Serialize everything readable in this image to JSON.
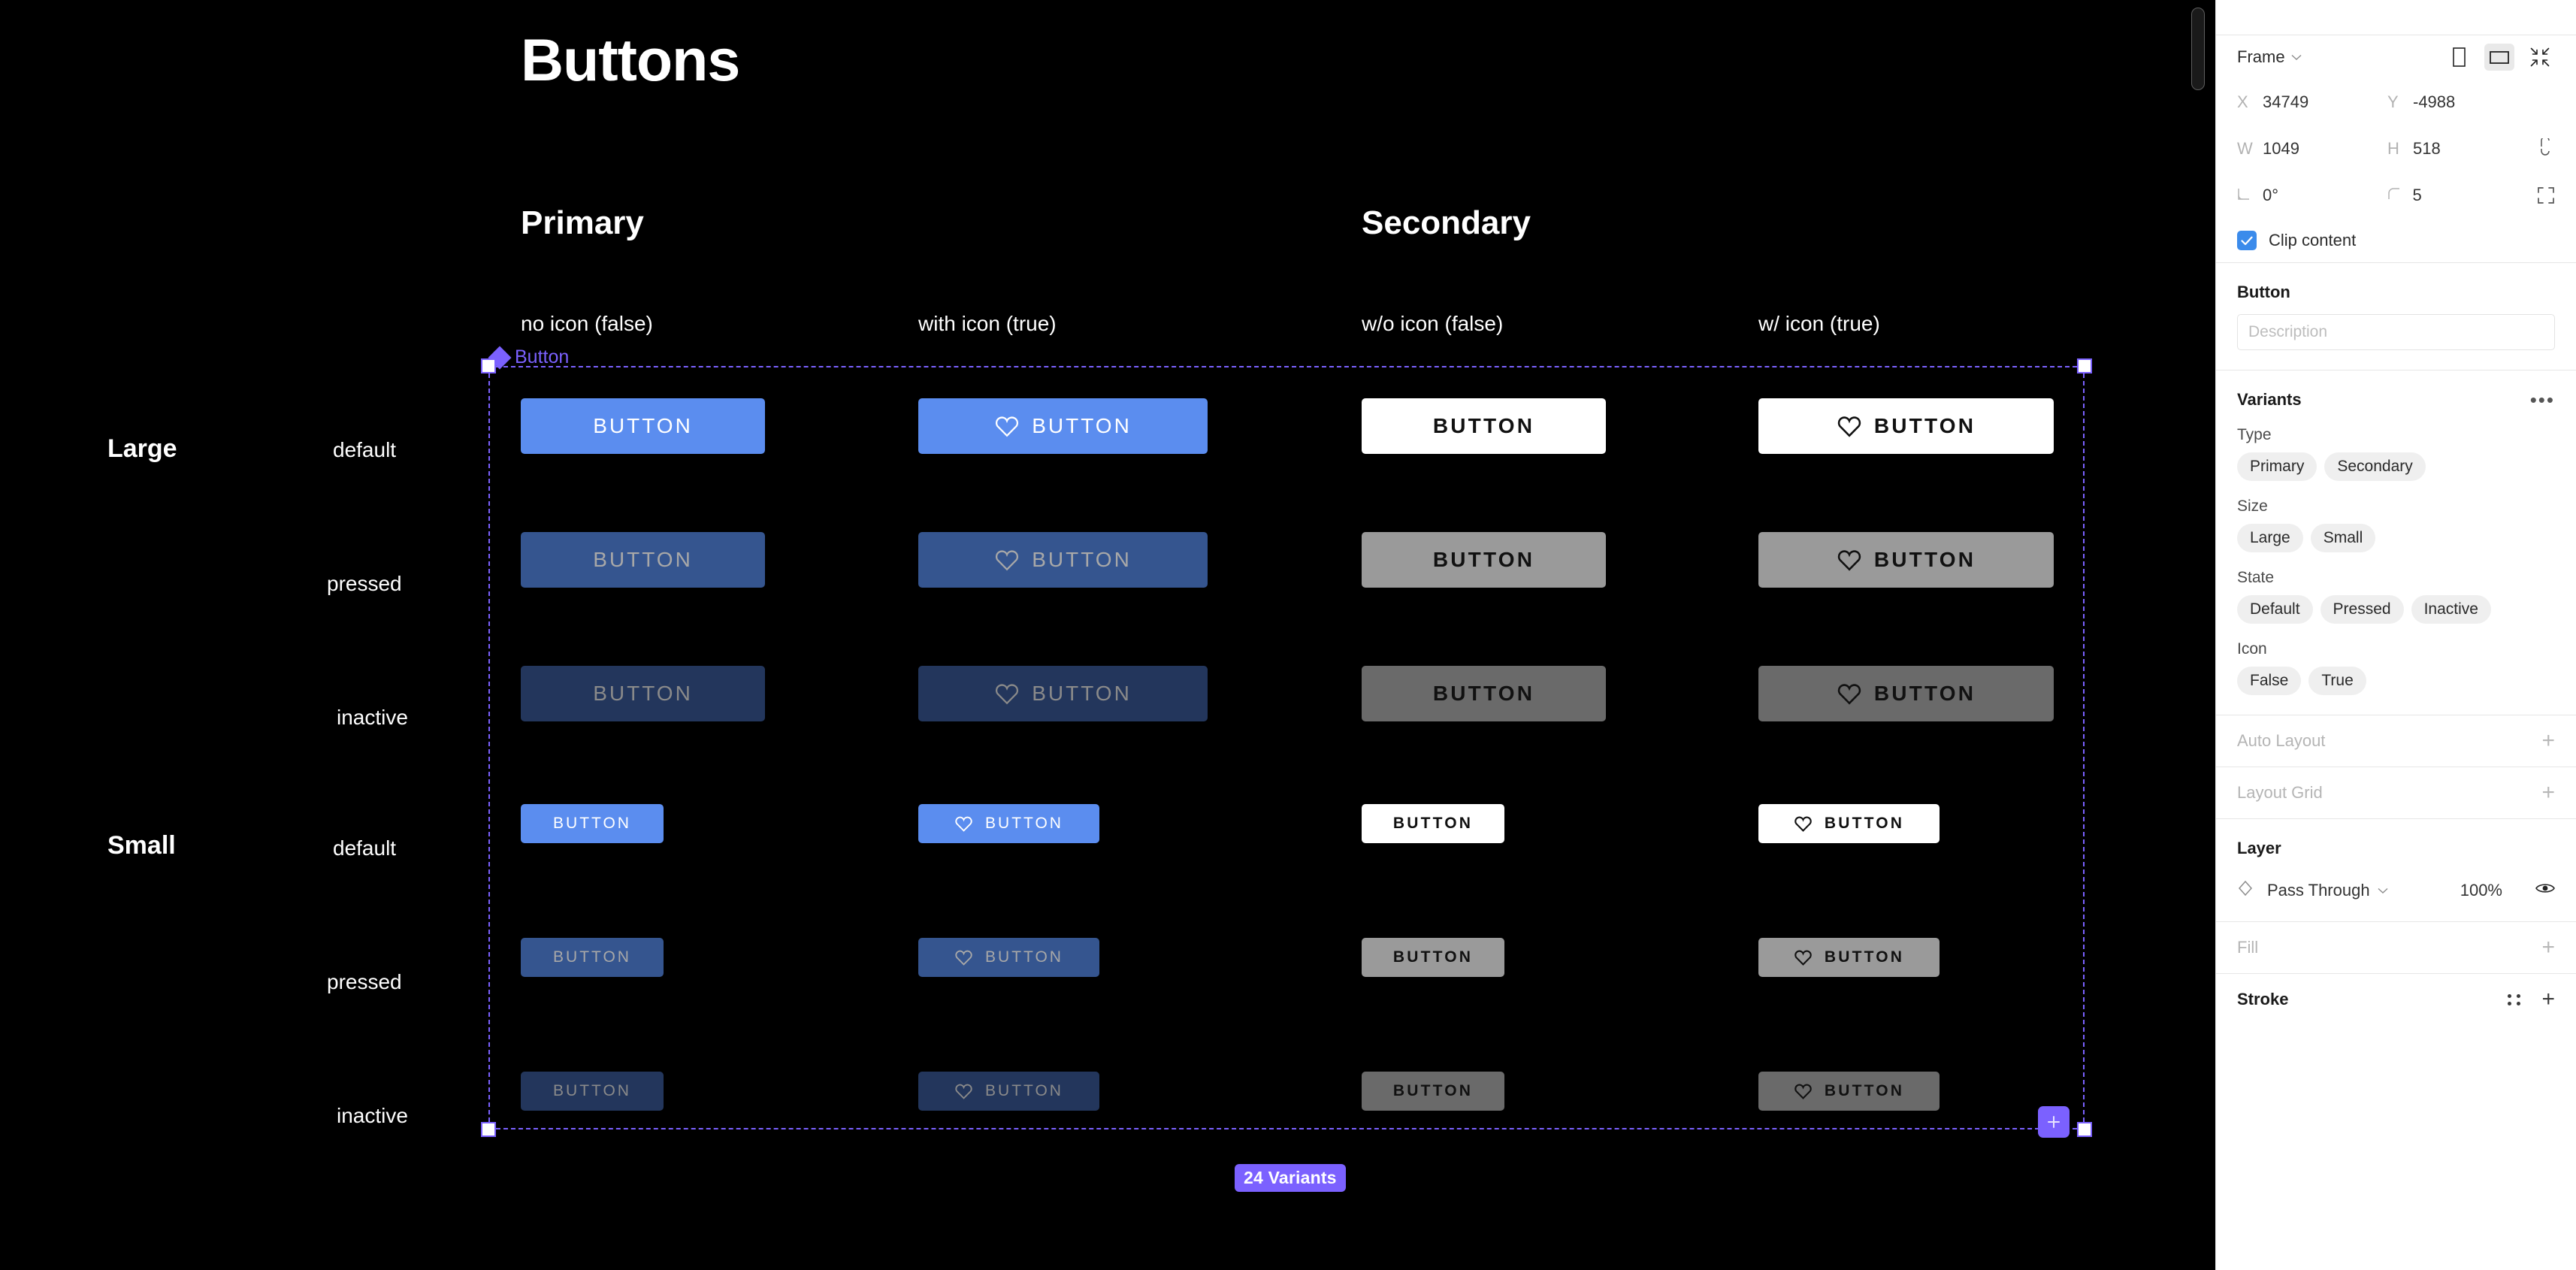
{
  "canvas": {
    "page_title": "Buttons",
    "groups": [
      {
        "label": "Primary"
      },
      {
        "label": "Secondary"
      }
    ],
    "column_headers": [
      "no icon (false)",
      "with icon (true)",
      "w/o icon (false)",
      "w/ icon (true)"
    ],
    "size_labels": [
      "Large",
      "Small"
    ],
    "state_labels": [
      "default",
      "pressed",
      "inactive",
      "default",
      "pressed",
      "inactive"
    ],
    "frame_label": "Button",
    "variants_badge": "24 Variants",
    "button_label": "BUTTON",
    "icon_name": "heart-icon",
    "add_variant_icon": "plus-icon",
    "component_icon": "component-diamond-icon",
    "colors": {
      "primary_default": "#5b8def",
      "primary_pressed": "#35558f",
      "primary_inactive": "#23365c",
      "secondary_default": "#ffffff",
      "secondary_pressed": "#9a9a9a",
      "secondary_inactive": "#6a6a6a",
      "selection_purple": "#7b61ff",
      "canvas_background": "#000000"
    }
  },
  "panel": {
    "node_type": "Frame",
    "node_type_chevron": "chevron-down-icon",
    "orientation_portrait_icon": "portrait-frame-icon",
    "orientation_landscape_icon": "landscape-frame-icon",
    "collapse_icon": "collapse-arrows-icon",
    "geometry": {
      "x_key": "X",
      "x_value": "34749",
      "y_key": "Y",
      "y_value": "-4988",
      "w_key": "W",
      "w_value": "1049",
      "h_key": "H",
      "h_value": "518",
      "rotation_key": "rotation-icon",
      "rotation_value": "0°",
      "corner_key": "corner-radius-icon",
      "corner_value": "5",
      "constrain_icon": "constrain-proportions-icon",
      "independent_corners_icon": "independent-corners-icon"
    },
    "clip_content": {
      "label": "Clip content",
      "checked": true
    },
    "component": {
      "name": "Button",
      "description_placeholder": "Description",
      "description_value": ""
    },
    "variants": {
      "title": "Variants",
      "more_icon": "more-options-icon",
      "properties": [
        {
          "name": "Type",
          "options": [
            "Primary",
            "Secondary"
          ]
        },
        {
          "name": "Size",
          "options": [
            "Large",
            "Small"
          ]
        },
        {
          "name": "State",
          "options": [
            "Default",
            "Pressed",
            "Inactive"
          ]
        },
        {
          "name": "Icon",
          "options": [
            "False",
            "True"
          ]
        }
      ]
    },
    "auto_layout": {
      "title": "Auto Layout",
      "add_icon": "plus-icon"
    },
    "layout_grid": {
      "title": "Layout Grid",
      "add_icon": "plus-icon"
    },
    "layer": {
      "title": "Layer",
      "blend_icon": "blend-mode-icon",
      "blend_mode": "Pass Through",
      "blend_chevron": "chevron-down-icon",
      "opacity": "100%",
      "visibility_icon": "eye-icon"
    },
    "fill": {
      "title": "Fill",
      "add_icon": "plus-icon"
    },
    "stroke": {
      "title": "Stroke",
      "grid_icon": "stroke-style-icon",
      "add_icon": "plus-icon"
    }
  }
}
